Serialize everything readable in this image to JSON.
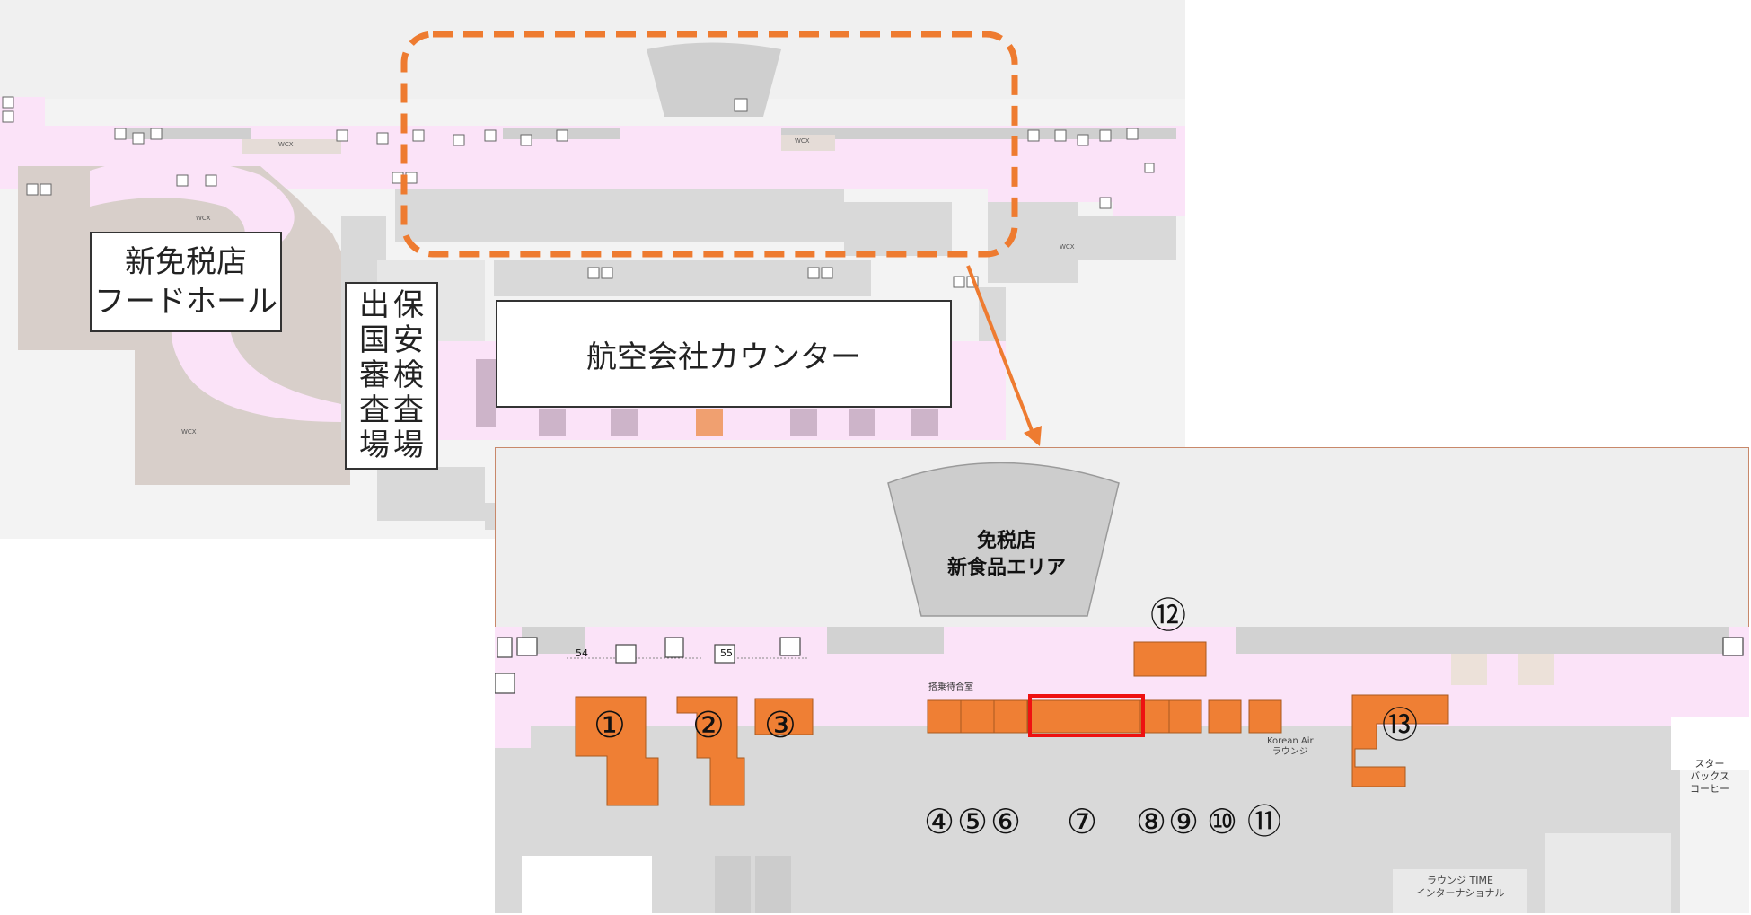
{
  "overview": {
    "duty_free_food_hall": [
      "新免税店",
      "フードホール"
    ],
    "security_check": [
      "保",
      "安",
      "検",
      "査",
      "場"
    ],
    "immigration": [
      "出",
      "国",
      "審",
      "査",
      "場"
    ],
    "airline_counter": "航空会社カウンター",
    "small_labels": [
      "WCX",
      "WCX",
      "WCX",
      "WCX",
      "WCX"
    ]
  },
  "detail": {
    "duty_free_area": [
      "免税店",
      "新食品エリア"
    ],
    "gates": [
      "54",
      "55"
    ],
    "waiting_room": "搭乗待合室",
    "korean_air": [
      "Korean Air",
      "ラウンジ"
    ],
    "lounge_time": [
      "ラウンジ TIME",
      "インターナショナル"
    ],
    "starbucks": [
      "スター",
      "バックス",
      "コーヒー"
    ],
    "markers": [
      "①",
      "②",
      "③",
      "④",
      "⑤",
      "⑥",
      "⑦",
      "⑧",
      "⑨",
      "⑩",
      "⑪",
      "⑫",
      "⑬"
    ]
  },
  "colors": {
    "corridor_pink": "#fbe3f8",
    "shop_orange": "#ef7f34",
    "dashed_orange": "#ee7b30",
    "highlight_red": "#ee1111",
    "grey_block": "#d9d9d9",
    "light_grey": "#eeeeee"
  }
}
